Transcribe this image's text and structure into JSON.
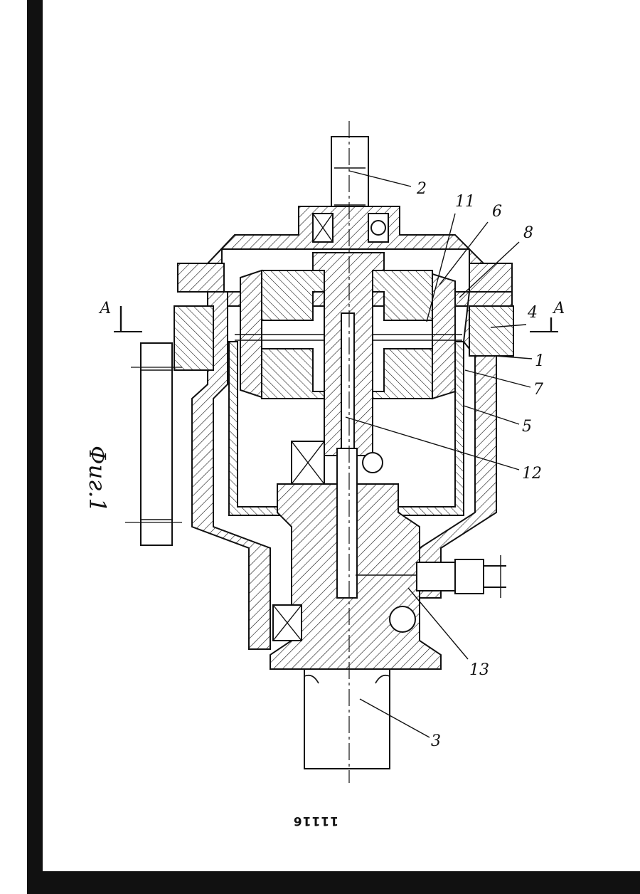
{
  "drawing": {
    "figure_label": "Фиг.1",
    "section_label_left": "А",
    "section_label_right": "А",
    "sheet_number": "11116",
    "colors": {
      "ink": "#111111",
      "paper": "#ffffff"
    },
    "part_labels": [
      {
        "id": "1",
        "text": "1"
      },
      {
        "id": "2",
        "text": "2"
      },
      {
        "id": "3",
        "text": "3"
      },
      {
        "id": "4",
        "text": "4"
      },
      {
        "id": "5",
        "text": "5"
      },
      {
        "id": "6",
        "text": "6"
      },
      {
        "id": "7",
        "text": "7"
      },
      {
        "id": "8",
        "text": "8"
      },
      {
        "id": "11",
        "text": "11"
      },
      {
        "id": "12",
        "text": "12"
      },
      {
        "id": "13",
        "text": "13"
      }
    ]
  }
}
